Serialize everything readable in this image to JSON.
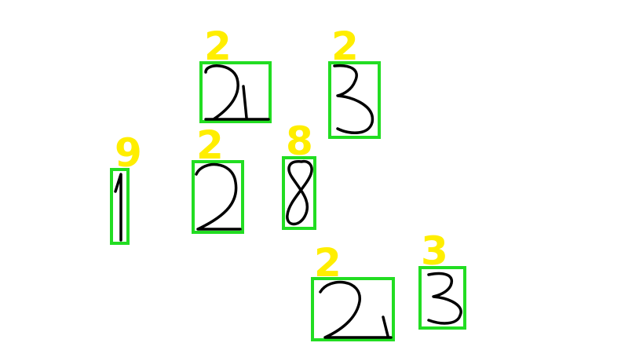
{
  "colors": {
    "background": "#ffffff",
    "box": "#22dd22",
    "label": "#ffee00",
    "ink": "#000000"
  },
  "detections": [
    {
      "id": "d1",
      "predicted_label": "2",
      "handwritten_digit": "2"
    },
    {
      "id": "d2",
      "predicted_label": "2",
      "handwritten_digit": "3"
    },
    {
      "id": "d3",
      "predicted_label": "9",
      "handwritten_digit": "1"
    },
    {
      "id": "d4",
      "predicted_label": "2",
      "handwritten_digit": "2"
    },
    {
      "id": "d5",
      "predicted_label": "8",
      "handwritten_digit": "8"
    },
    {
      "id": "d6",
      "predicted_label": "2",
      "handwritten_digit": "2"
    },
    {
      "id": "d7",
      "predicted_label": "3",
      "handwritten_digit": "3"
    }
  ]
}
